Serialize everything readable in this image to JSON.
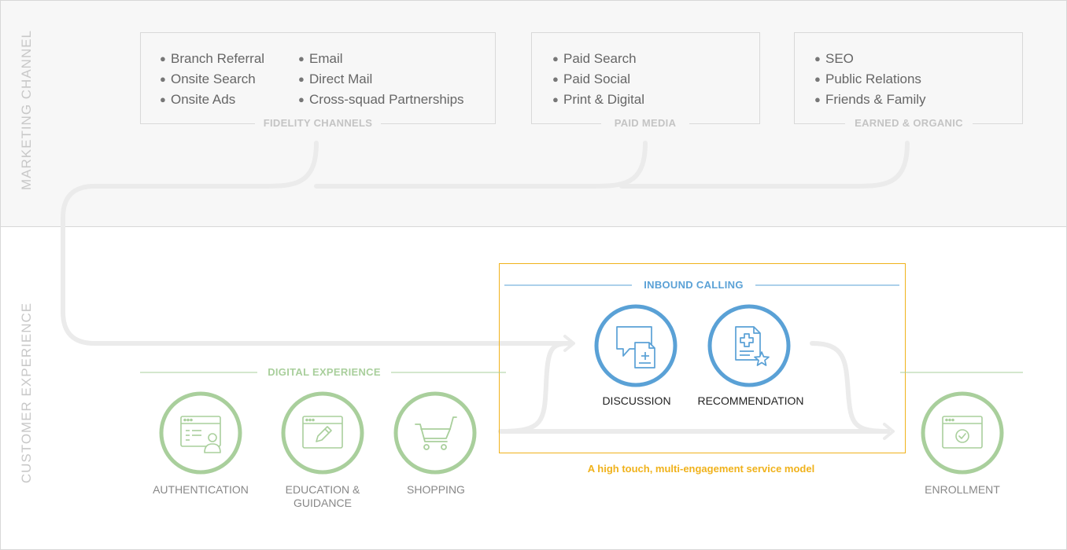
{
  "sections": {
    "marketing_label": "MARKETING CHANNEL",
    "customer_label": "CUSTOMER EXPERIENCE"
  },
  "channels": [
    {
      "title": "FIDELITY CHANNELS",
      "col1": [
        "Branch Referral",
        "Onsite Search",
        "Onsite Ads"
      ],
      "col2": [
        "Email",
        "Direct Mail",
        "Cross-squad Partnerships"
      ]
    },
    {
      "title": "PAID MEDIA",
      "col1": [
        "Paid Search",
        "Paid Social",
        "Print & Digital"
      ]
    },
    {
      "title": "EARNED & ORGANIC",
      "col1": [
        "SEO",
        "Public Relations",
        "Friends & Family"
      ]
    }
  ],
  "digital": {
    "title": "DIGITAL EXPERIENCE",
    "nodes": [
      {
        "label1": "AUTHENTICATION",
        "label2": "",
        "icon": "authentication-icon"
      },
      {
        "label1": "EDUCATION &",
        "label2": "GUIDANCE",
        "icon": "education-icon"
      },
      {
        "label1": "SHOPPING",
        "label2": "",
        "icon": "cart-icon"
      }
    ],
    "color": "#a9cf9c"
  },
  "inbound": {
    "title": "INBOUND CALLING",
    "nodes": [
      {
        "label": "DISCUSSION",
        "icon": "discussion-icon"
      },
      {
        "label": "RECOMMENDATION",
        "icon": "recommendation-icon"
      }
    ],
    "caption": "A high touch, multi-engagement service model",
    "color": "#5aa1d6",
    "box_color": "#f0b21b"
  },
  "enrollment": {
    "label": "ENROLLMENT",
    "icon": "enrollment-icon"
  }
}
